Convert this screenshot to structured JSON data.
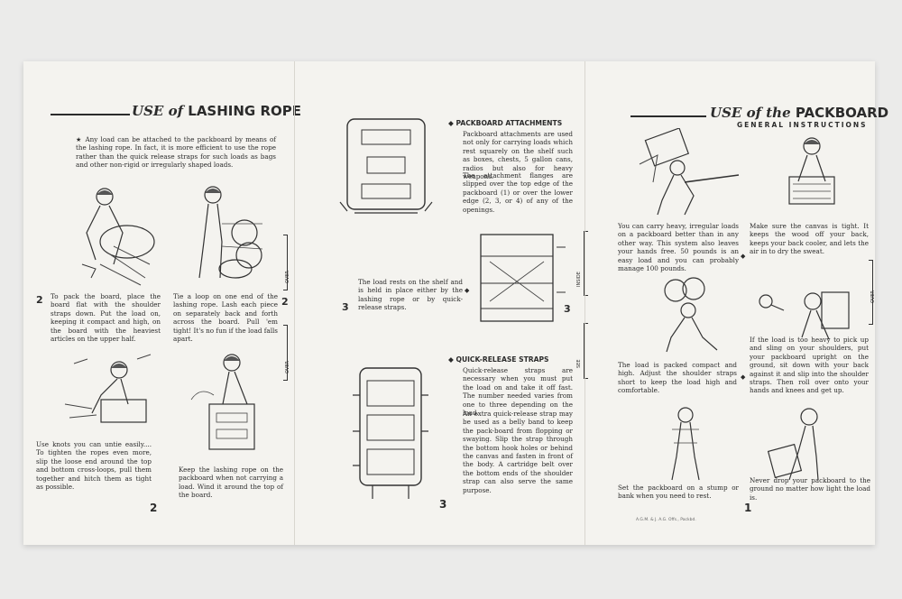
{
  "left_panel": {
    "title_italic": "USE of",
    "title": "LASHING ROPE",
    "intro": "★ Any load can be attached to the packboard by means of the lashing rope. In fact, it is more efficient to use the rope rather than the quick release straps for such loads as bags and other non-rigid or irregularly shaped loads.",
    "step1_num": "2",
    "step1": "To pack the board, place the board flat with the shoulder straps down. Put the load on, keeping it compact and high, on the board with the heaviest articles on the upper half.",
    "step2_num": "2",
    "step2": "Tie a loop on one end of the lashing rope. Lash each piece on separately back and forth across the board. Pull 'em tight! It's no fun if the load falls apart.",
    "side_over_1": "OVER",
    "side_over_2": "OVER",
    "step3": "Use knots you can untie easily.... To tighten the ropes even more, slip the loose end around the top and bottom cross-loops, pull them together and hitch them as tight as possible.",
    "step4": "Keep the lashing rope on the packboard when not carrying a load. Wind it around the top of the board.",
    "page_num": "2"
  },
  "middle_panel": {
    "attachments_head": "◆ PACKBOARD ATTACHMENTS",
    "attachments_text": "Packboard attachments are used not only for carrying loads which rest squarely on the shelf such as boxes, chests, 5 gallon cans, radios but also for heavy weapons.",
    "attachments_text2": "The attachment flanges are slipped over the top edge of the packboard (1) or over the lower edge (2, 3, or 4) of any of the openings.",
    "shelf_num": "3",
    "shelf_text": "The load rests on the shelf and is held in place either by the lashing rope or by quick-release straps.",
    "diamond": "◆",
    "side_inside": "INSIDE",
    "side_see": "SEE",
    "right_num": "3",
    "straps_head": "◆ QUICK-RELEASE STRAPS",
    "straps_text": "Quick-release straps are necessary when you must put the load on and take it off fast. The number needed varies from one to three depending on the load.",
    "straps_text2": "An extra quick-release strap may be used as a belly band to keep the pack-board from flopping or swaying. Slip the strap through the bottom hook holes or behind the canvas and fasten in front of the body. A cartridge belt over the bottom ends of the shoulder strap can also serve the same purpose.",
    "page_num": "3"
  },
  "right_panel": {
    "title_italic": "USE of the",
    "title": "PACKBOARD",
    "subtitle": "GENERAL INSTRUCTIONS",
    "text1": "You can carry heavy, irregular loads on a packboard better than in any other way. This system also leaves your hands free. 50 pounds is an easy load and you can probably manage 100 pounds.",
    "diamond": "◆",
    "text2": "Make sure the canvas is tight. It keeps the wood off your back, keeps your back cooler, and lets the air in to dry the sweat.",
    "side_over": "OVER",
    "text3": "The load is packed compact and high. Adjust the shoulder straps short to keep the load high and comfortable.",
    "text4": "If the load is too heavy to pick up and sling on your shoulders, put your packboard upright on the ground, sit down with your back against it and slip into the shoulder straps. Then roll over onto your hands and knees and get up.",
    "text5": "Set the packboard on a stump or bank when you need to rest.",
    "text6": "Never drop your packboard to the ground no matter how light the load is.",
    "page_num": "1",
    "footnote": "A.G.M. & J. A.G. Offs., Packbd."
  }
}
